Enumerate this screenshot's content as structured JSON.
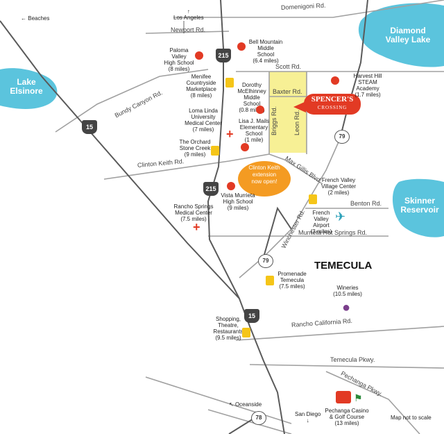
{
  "colors": {
    "water": "#5bc4dd",
    "road": "#9a9a9a",
    "highway": "#555555",
    "highlight": "#f6ee8a",
    "brand_red": "#e23a24",
    "callout_orange": "#f49b22",
    "shopping_yellow": "#f5c518",
    "airport": "#2aa0b8",
    "winery": "#7b3f8c"
  },
  "water": {
    "diamond_valley_lake": "Diamond\nValley Lake",
    "lake_elsinore": "Lake\nElsinore",
    "skinner_reservoir": "Skinner\nReservoir"
  },
  "roads": {
    "domenigoni": "Domenigoni Rd.",
    "newport": "Newport Rd.",
    "scott": "Scott Rd.",
    "baxter": "Baxter Rd.",
    "briggs": "Briggs Rd.",
    "leon": "Leon Rd.",
    "bundy_canyon": "Bundy Canyon Rd.",
    "clinton_keith": "Clinton Keith Rd.",
    "max_gillis": "Max Gillis Blvd.",
    "winchester": "Winchester Rd.",
    "benton": "Benton Rd.",
    "murrieta_hot_springs": "Murrieta Hot Springs Rd.",
    "rancho_california": "Rancho California Rd.",
    "temecula_pkwy": "Temecula Pkwy.",
    "pechanga_pkwy": "Pechanga Pkwy."
  },
  "highways": {
    "i215_north": "215",
    "i215_south": "215",
    "i15_north": "15",
    "i15_south": "15",
    "r79_north": "79",
    "r79_south": "79",
    "r78": "78"
  },
  "directions": {
    "beaches": "Beaches",
    "los_angeles": "Los Angeles",
    "oceanside": "Oceanside",
    "san_diego": "San Diego"
  },
  "city": "TEMECULA",
  "brand": {
    "line1": "SPENCER'S",
    "line2": "CROSSING"
  },
  "callout": "Clinton Keith\nextension\nnow open!",
  "poi": {
    "paloma_valley": "Paloma Valley\nHigh School\n(8 miles)",
    "bell_mountain": "Bell Mountain\nMiddle School\n(6.4 miles)",
    "harvest_hill": "Harvest Hill\nSTEAM Academy\n(1.7 miles)",
    "menifee_marketplace": "Menifee Countryside\nMarketplace\n(8 miles)",
    "dorothy_mcelhinney": "Dorothy\nMcElhinney\nMiddle School\n(0.8 miles)",
    "loma_linda": "Loma Linda University\nMedical Center\n(7 miles)",
    "lisa_mails": "Lisa J. Mails\nElementary\nSchool\n(1 mile)",
    "orchard": "The Orchard\nStone Creek\n(9 miles)",
    "vista_murrieta": "Vista Murrieta\nHigh School\n(9 miles)",
    "french_valley_village": "French Valley\nVillage Center\n(2 miles)",
    "french_valley_airport": "French Valley\nAirport\n(3 miles)",
    "rancho_springs": "Rancho Springs\nMedical Center\n(7.5 miles)",
    "promenade": "Promenade\nTemecula\n(7.5 miles)",
    "wineries": "Wineries\n(10.5 miles)",
    "shopping": "Shopping,\nTheatre,\nRestaurants\n(9.5 miles)",
    "pechanga": "Pechanga Casino\n& Golf Course\n(13 miles)"
  },
  "footer_note": "Map not to scale"
}
